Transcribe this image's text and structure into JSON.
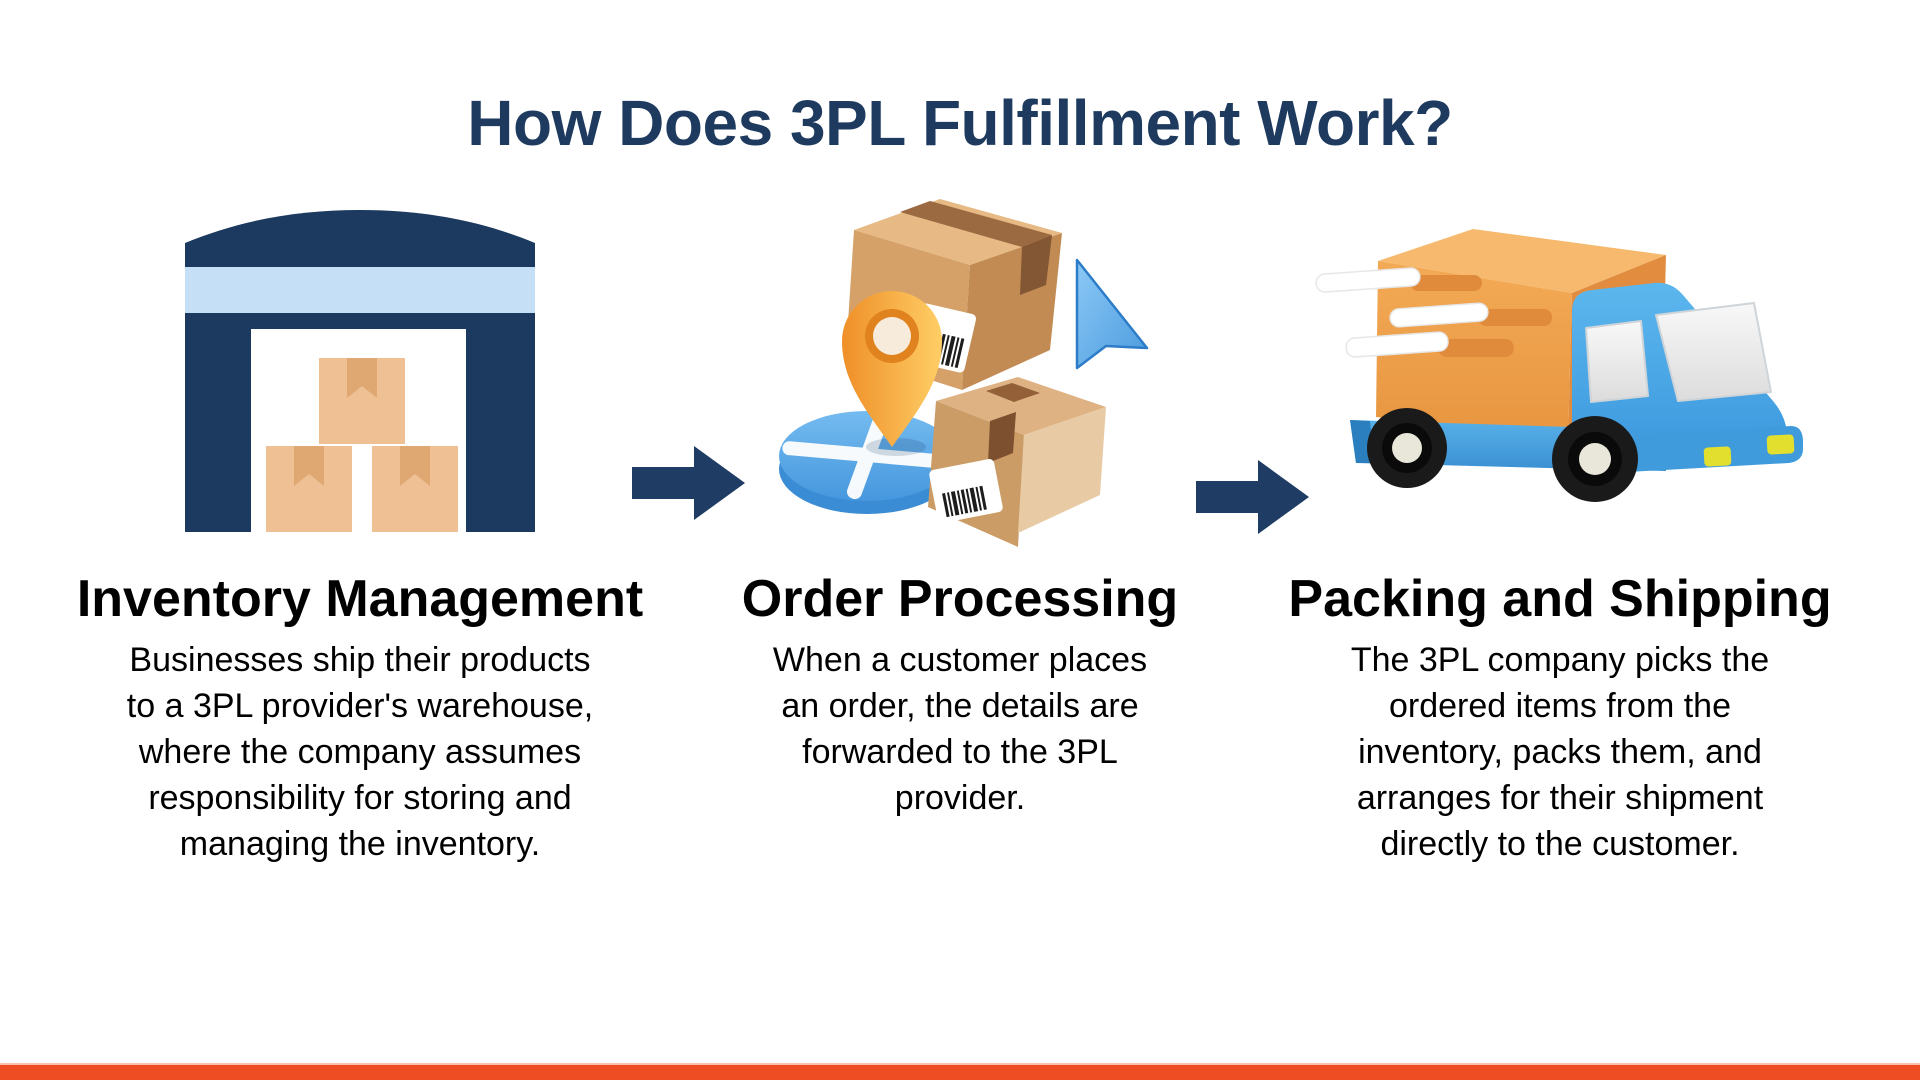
{
  "page": {
    "title": "How Does 3PL Fulfillment Work?",
    "colors": {
      "title_navy": "#1e3a5f",
      "arrow_navy": "#1e3c64",
      "accent_orange": "#ee4c22",
      "heading_black": "#000000",
      "warehouse_navy": "#1c3a60",
      "warehouse_light_blue": "#c5e0f6",
      "carton_tan": "#efc094"
    }
  },
  "icons": {
    "step1": "warehouse-icon",
    "step2": "order-location-boxes-icon",
    "step3": "delivery-truck-icon",
    "between_steps": "right-arrow-icon"
  },
  "steps": [
    {
      "heading": "Inventory Management",
      "description": "Businesses ship their products\nto a 3PL provider's warehouse,\nwhere the company assumes\nresponsibility for storing and\nmanaging the inventory."
    },
    {
      "heading": "Order Processing",
      "description": "When a customer places\nan order, the details are\nforwarded to the 3PL\nprovider."
    },
    {
      "heading": "Packing and Shipping",
      "description": "The 3PL company picks the\nordered items from the\ninventory, packs them, and\narranges for their shipment\ndirectly to the customer."
    }
  ]
}
